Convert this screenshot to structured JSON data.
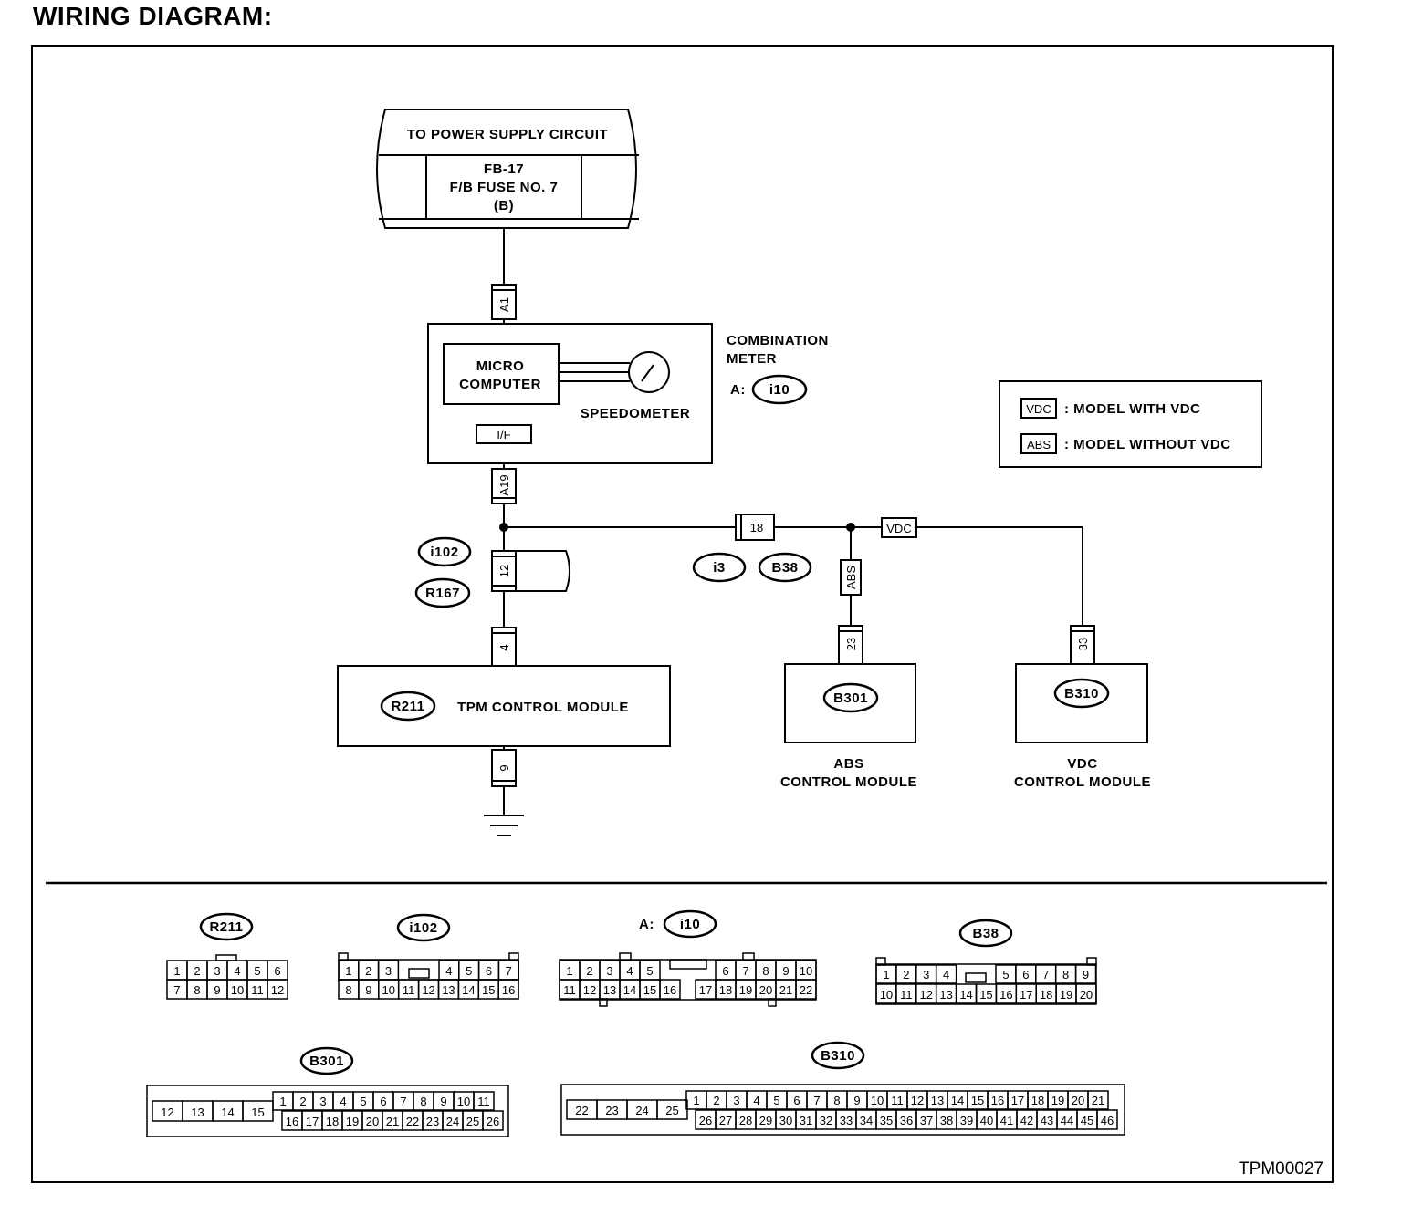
{
  "title": "WIRING DIAGRAM:",
  "power_supply": {
    "header": "TO POWER SUPPLY CIRCUIT",
    "fuse_line1": "FB-17",
    "fuse_line2": "F/B FUSE NO. 7",
    "fuse_line3": "(B)"
  },
  "combination_meter": {
    "title_line1": "COMBINATION",
    "title_line2": "METER",
    "connector_prefix": "A:",
    "connector_id": "i10",
    "micro_line1": "MICRO",
    "micro_line2": "COMPUTER",
    "speedometer": "SPEEDOMETER",
    "interface": "I/F"
  },
  "terminals": {
    "a1": "A1",
    "a19": "A19",
    "t12": "12",
    "t4": "4",
    "t9": "9",
    "t18": "18",
    "t23": "23",
    "t33": "33",
    "abs_tag": "ABS",
    "vdc_tag": "VDC"
  },
  "connector_ids": {
    "i102": "i102",
    "r167": "R167",
    "i3": "i3",
    "b38": "B38",
    "r211": "R211",
    "b301": "B301",
    "b310": "B310"
  },
  "modules": {
    "tpm": "TPM CONTROL MODULE",
    "abs_line1": "ABS",
    "abs_line2": "CONTROL MODULE",
    "vdc_line1": "VDC",
    "vdc_line2": "CONTROL MODULE"
  },
  "legend": {
    "vdc_box": "VDC",
    "vdc_text": ": MODEL WITH VDC",
    "abs_box": "ABS",
    "abs_text": ": MODEL WITHOUT VDC"
  },
  "connector_views": {
    "r211": {
      "label": "R211",
      "top": [
        "1",
        "2",
        "3",
        "4",
        "5",
        "6"
      ],
      "bottom": [
        "7",
        "8",
        "9",
        "10",
        "11",
        "12"
      ]
    },
    "i102": {
      "label": "i102",
      "top": [
        "1",
        "2",
        "3",
        "4",
        "5",
        "6",
        "7"
      ],
      "bottom": [
        "8",
        "9",
        "10",
        "11",
        "12",
        "13",
        "14",
        "15",
        "16"
      ]
    },
    "i10": {
      "prefix": "A:",
      "label": "i10",
      "top": [
        "1",
        "2",
        "3",
        "4",
        "5",
        "6",
        "7",
        "8",
        "9",
        "10"
      ],
      "bottom": [
        "11",
        "12",
        "13",
        "14",
        "15",
        "16",
        "17",
        "18",
        "19",
        "20",
        "21",
        "22"
      ]
    },
    "b38": {
      "label": "B38",
      "top": [
        "1",
        "2",
        "3",
        "4",
        "5",
        "6",
        "7",
        "8",
        "9"
      ],
      "bottom": [
        "10",
        "11",
        "12",
        "13",
        "14",
        "15",
        "16",
        "17",
        "18",
        "19",
        "20"
      ]
    },
    "b301": {
      "label": "B301",
      "left": [
        "12",
        "13",
        "14",
        "15"
      ],
      "top": [
        "1",
        "2",
        "3",
        "4",
        "5",
        "6",
        "7",
        "8",
        "9",
        "10",
        "11"
      ],
      "bottom": [
        "16",
        "17",
        "18",
        "19",
        "20",
        "21",
        "22",
        "23",
        "24",
        "25",
        "26"
      ]
    },
    "b310": {
      "label": "B310",
      "left": [
        "22",
        "23",
        "24",
        "25"
      ],
      "top": [
        "1",
        "2",
        "3",
        "4",
        "5",
        "6",
        "7",
        "8",
        "9",
        "10",
        "11",
        "12",
        "13",
        "14",
        "15",
        "16",
        "17",
        "18",
        "19",
        "20",
        "21"
      ],
      "bottom": [
        "26",
        "27",
        "28",
        "29",
        "30",
        "31",
        "32",
        "33",
        "34",
        "35",
        "36",
        "37",
        "38",
        "39",
        "40",
        "41",
        "42",
        "43",
        "44",
        "45",
        "46"
      ]
    }
  },
  "figure_id": "TPM00027"
}
